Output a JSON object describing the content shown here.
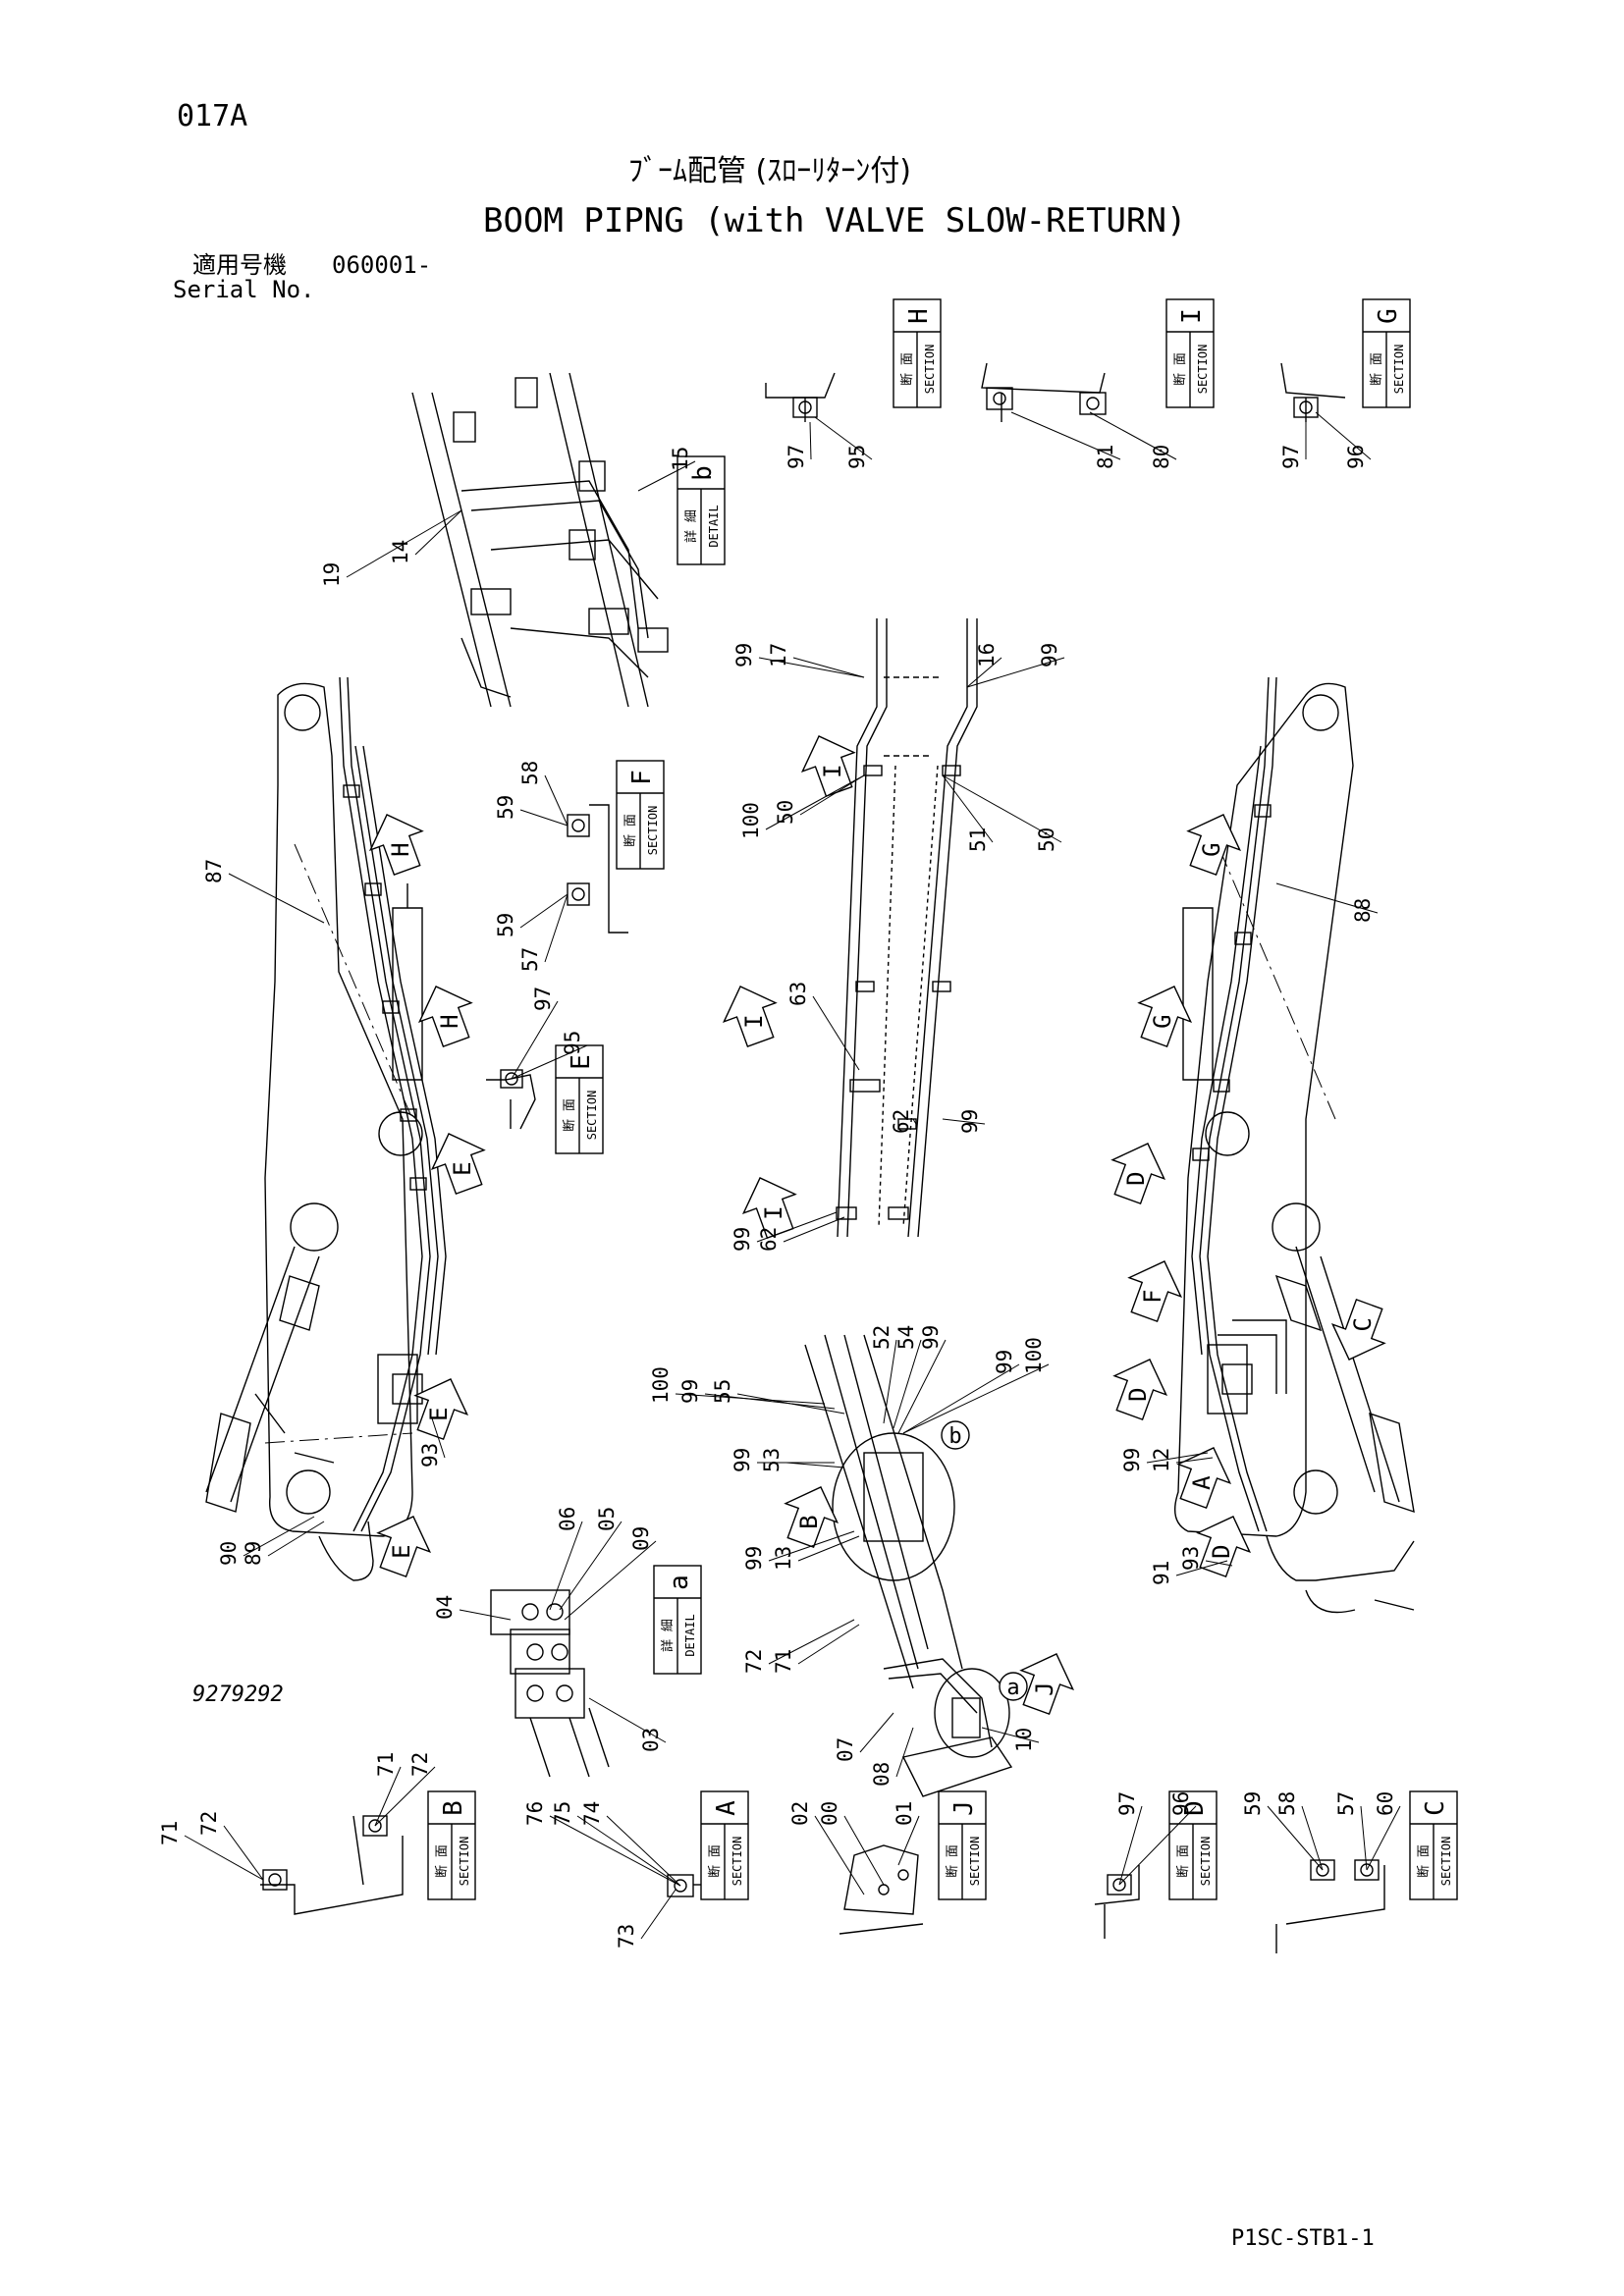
{
  "header": {
    "page_no": "017A",
    "title_jp": "ﾌﾞｰﾑ配管 (ｽﾛｰﾘﾀｰﾝ付)",
    "title_en": "BOOM PIPNG (with VALVE SLOW-RETURN)",
    "serial_label_jp": "適用号機",
    "serial_value": "060001-",
    "serial_label_en": "Serial No."
  },
  "footer": {
    "drawing_no": "9279292",
    "doc_code": "P1SC-STB1-1"
  },
  "section_boxes": [
    {
      "id": "H",
      "jp": "断 面",
      "en": "SECTION"
    },
    {
      "id": "I",
      "jp": "断 面",
      "en": "SECTION"
    },
    {
      "id": "G",
      "jp": "断 面",
      "en": "SECTION"
    },
    {
      "id": "F",
      "jp": "断 面",
      "en": "SECTION"
    },
    {
      "id": "E",
      "jp": "断 面",
      "en": "SECTION"
    },
    {
      "id": "B",
      "jp": "断 面",
      "en": "SECTION"
    },
    {
      "id": "A",
      "jp": "断 面",
      "en": "SECTION"
    },
    {
      "id": "J",
      "jp": "断 面",
      "en": "SECTION"
    },
    {
      "id": "D",
      "jp": "断 面",
      "en": "SECTION"
    },
    {
      "id": "C",
      "jp": "断 面",
      "en": "SECTION"
    }
  ],
  "detail_boxes": [
    {
      "id": "b",
      "jp": "詳 細",
      "en": "DETAIL"
    },
    {
      "id": "a",
      "jp": "詳 細",
      "en": "DETAIL"
    }
  ],
  "view_arrows": [
    "H",
    "H",
    "E",
    "E",
    "E",
    "I",
    "I",
    "I",
    "G",
    "G",
    "D",
    "F",
    "D",
    "A",
    "D",
    "C",
    "B",
    "J"
  ],
  "detail_circles": [
    "b",
    "a"
  ],
  "part_labels": [
    "97",
    "95",
    "81",
    "80",
    "97",
    "96",
    "15",
    "19",
    "14",
    "99",
    "17",
    "16",
    "99",
    "87",
    "59",
    "58",
    "59",
    "57",
    "100",
    "50",
    "51",
    "50",
    "88",
    "97",
    "95",
    "63",
    "62",
    "99",
    "99",
    "62",
    "100",
    "99",
    "55",
    "52",
    "54",
    "99",
    "99",
    "100",
    "99",
    "53",
    "99",
    "12",
    "93",
    "06",
    "05",
    "09",
    "99",
    "13",
    "90",
    "89",
    "04",
    "72",
    "71",
    "91",
    "93",
    "03",
    "07",
    "08",
    "10",
    "71",
    "72",
    "71",
    "72",
    "76",
    "75",
    "74",
    "73",
    "02",
    "00",
    "01",
    "97",
    "96",
    "59",
    "58",
    "57",
    "60"
  ]
}
